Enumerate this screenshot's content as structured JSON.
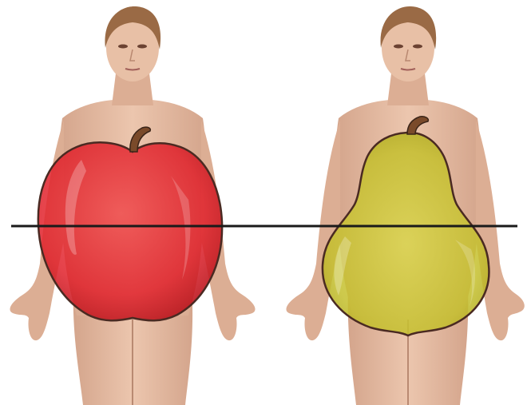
{
  "image": {
    "figures": [
      {
        "name": "apple-shape-figure",
        "fruit": "apple",
        "fruit_color": "#e8242a"
      },
      {
        "name": "pear-shape-figure",
        "fruit": "pear",
        "fruit_color": "#c9c531"
      }
    ],
    "colors": {
      "background": "#ffffff",
      "skin": "#e6bda4",
      "skin_shadow": "#c9967d",
      "hair": "#9a6a45",
      "outline": "#4a2a22",
      "waist_line": "#1a1a1a"
    }
  }
}
